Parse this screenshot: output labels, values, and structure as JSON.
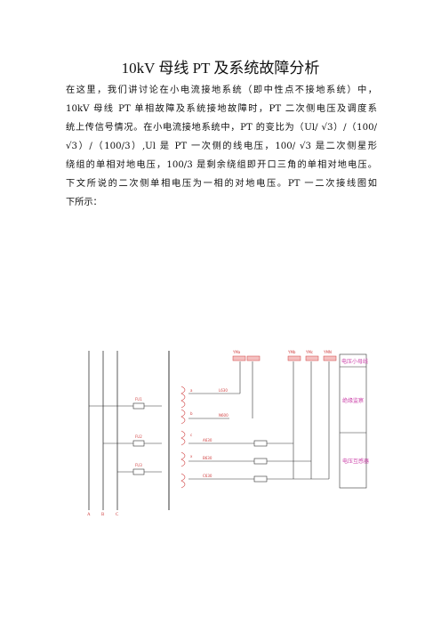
{
  "document": {
    "title": "10kV 母线 PT 及系统故障分析",
    "paragraph_lines": [
      "在这里，我们讲讨论在小电流接地系统（即中性点不接地系统）中，",
      "10kV 母线 PT 单相故障及系统接地故障时，PT 二次侧电压及调度系",
      "统上传信号情况。在小电流接地系统中，PT 的变比为（Ul/ √3）/（100/",
      "√3）/（100/3）,Ul 是 PT 一次侧的线电压，100/ √3 是二次侧星形",
      "绕组的单相对地电压，100/3 是剩余绕组即开口三角的单相对地电压。",
      "下文所说的二次侧单相电压为一相的对地电压。PT 一二次接线图如",
      "下所示："
    ]
  },
  "diagram": {
    "boxes": [
      "电压小母线",
      "绝缘监察",
      "电压互感器"
    ],
    "phases": [
      "A",
      "B",
      "C"
    ],
    "fuses": [
      "FU1",
      "FU2",
      "FU3"
    ],
    "winding_labels": [
      "a",
      "b",
      "c",
      "x"
    ],
    "top_bus_labels": [
      "YMa",
      "YMb",
      "YMc",
      "YMN"
    ],
    "terminal_labels": [
      "A630",
      "B630",
      "C630",
      "N600",
      "L630"
    ]
  }
}
